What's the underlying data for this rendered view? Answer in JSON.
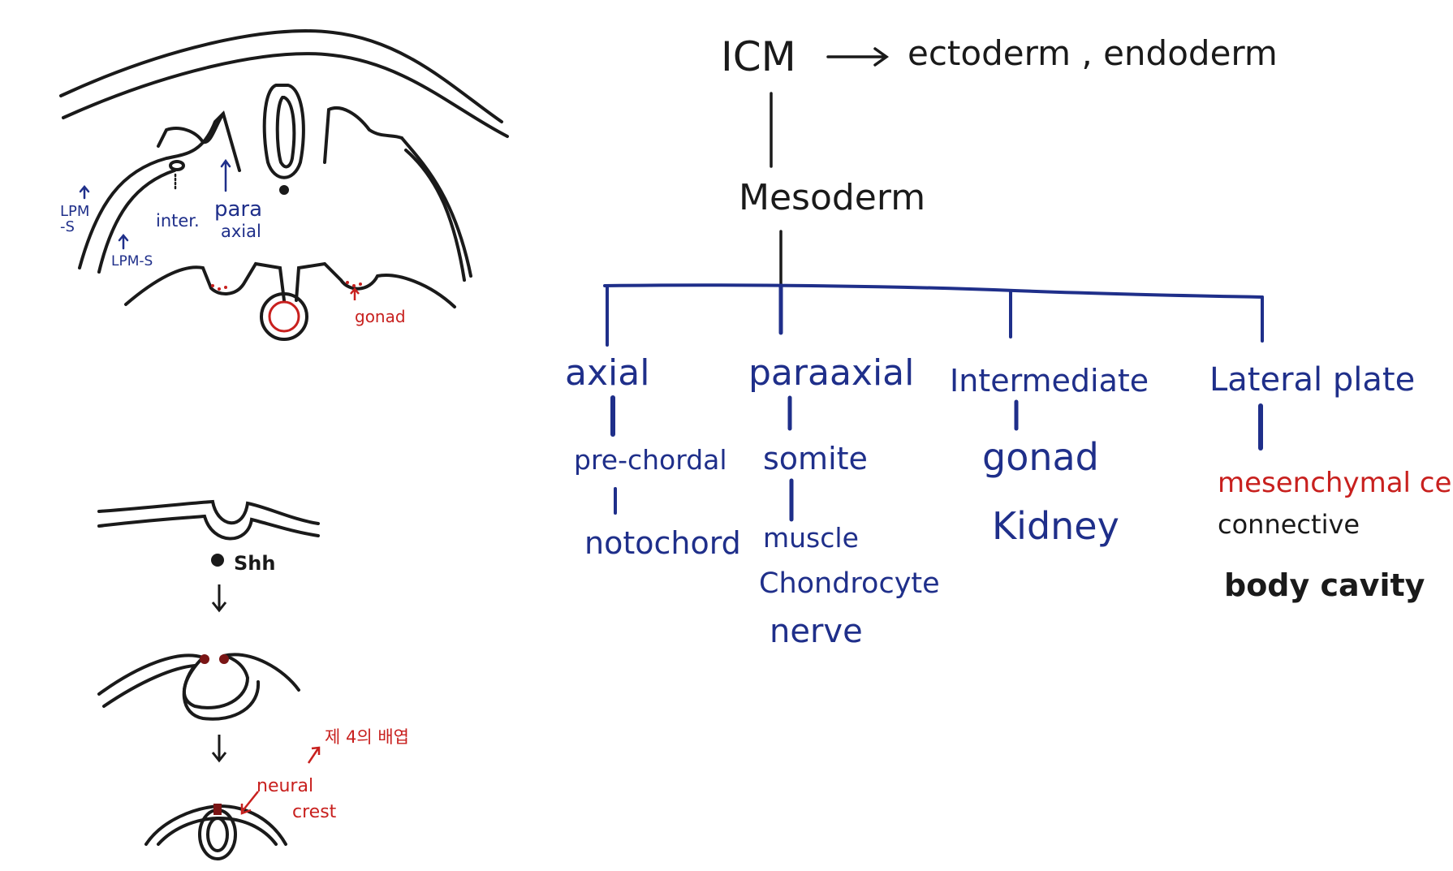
{
  "colors": {
    "ink_black": "#1a1a1a",
    "ink_blue": "#1f2f8a",
    "ink_red": "#c8201e"
  },
  "tree": {
    "root": "ICM",
    "root_products": "ectoderm , endoderm",
    "mesoderm": "Mesoderm",
    "branches": {
      "axial": {
        "label": "axial",
        "items": [
          "pre-chordal",
          "notochord"
        ]
      },
      "paraxial": {
        "label": "paraaxial",
        "items": [
          "somite",
          "muscle",
          "Chondrocyte",
          "nerve"
        ]
      },
      "intermediate": {
        "label": "Intermediate",
        "items": [
          "gonad",
          "Kidney"
        ]
      },
      "lateral": {
        "label": "Lateral plate",
        "items_red": [
          "mesenchymal cell"
        ],
        "items_black": [
          "connective",
          "body cavity"
        ]
      }
    }
  },
  "cross_section": {
    "labels": {
      "lpm_s_upper": "LPM\n-S",
      "lpm_s_lower": "LPM-S",
      "inter": "inter.",
      "para": "para",
      "axial": "axial",
      "gonad": "gonad"
    }
  },
  "neural_tube": {
    "labels": {
      "shh": "Shh",
      "neural": "neural",
      "crest": "crest",
      "note": "제 4의 배엽"
    }
  }
}
